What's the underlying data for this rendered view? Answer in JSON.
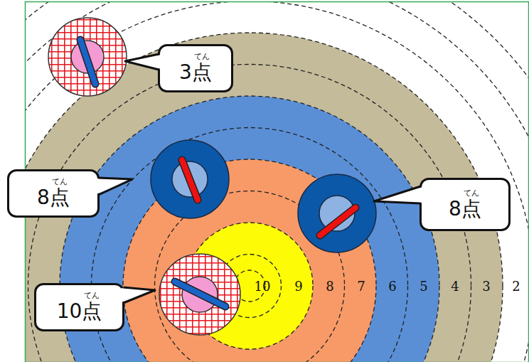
{
  "diagram": {
    "nodes": [
      {
        "text": [
          "3点",
          "てん"
        ]
      },
      {
        "text": [
          "8点",
          "てん"
        ]
      },
      {
        "text": [
          "8点",
          "てん"
        ]
      },
      {
        "text": [
          "10点",
          "てん"
        ]
      }
    ],
    "labels": [
      "10",
      "9",
      "8",
      "7",
      "6",
      "5",
      "4",
      "3",
      "2"
    ]
  }
}
